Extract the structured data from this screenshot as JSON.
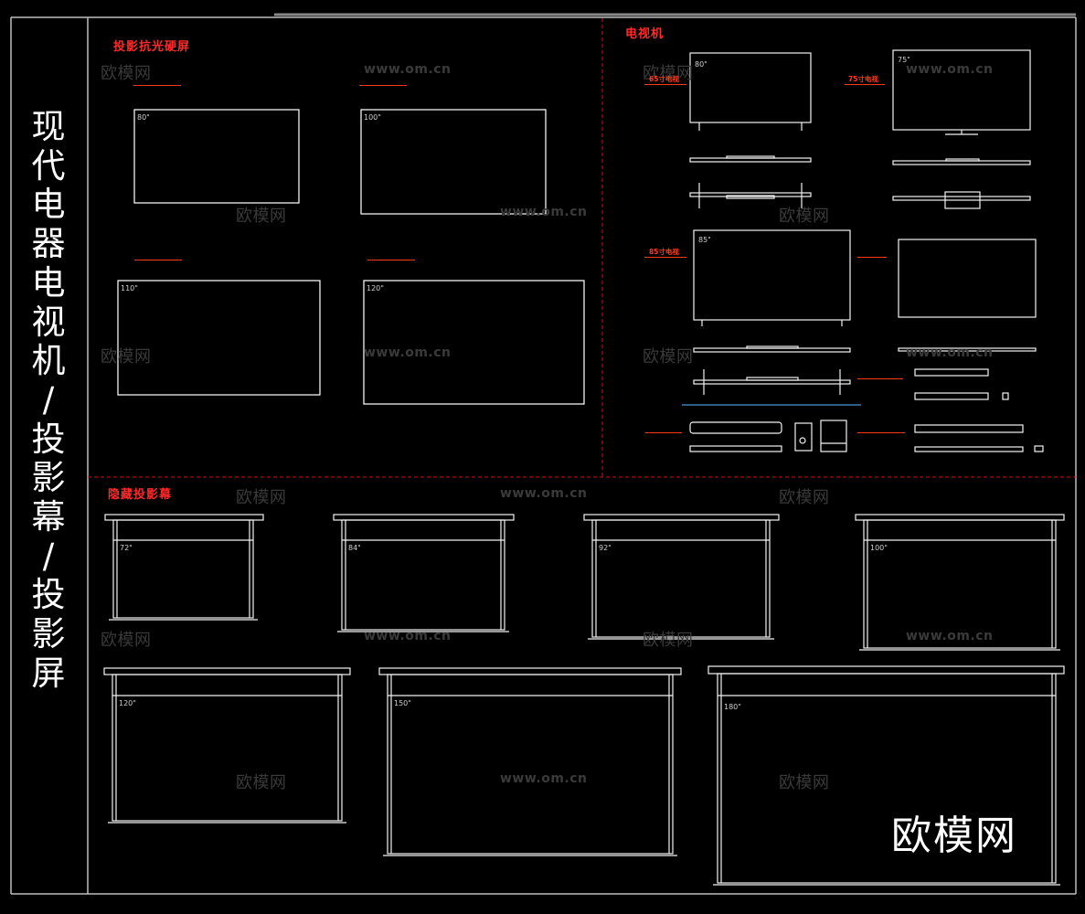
{
  "title_chars": [
    "现",
    "代",
    "电",
    "器",
    "电",
    "视",
    "机",
    "/",
    "投",
    "影",
    "幕",
    "/",
    "投",
    "影",
    "屏"
  ],
  "sections": {
    "projection_screen": "投影抗光硬屏",
    "tv": "电视机",
    "hidden_projector": "隐藏投影幕"
  },
  "watermark": {
    "cn": "欧模网",
    "url": "www.om.cn"
  },
  "brand_logo": "欧模网",
  "screens": {
    "s80": "80\"",
    "s100": "100\"",
    "s110": "110\"",
    "s120": "120\""
  },
  "tvs": {
    "t80": "80\"",
    "t75": "75\"",
    "t85": "85\"",
    "label_65": "65寸电视",
    "label_75": "75寸电视",
    "label_85": "85寸电视"
  },
  "rollups": {
    "r72": "72\"",
    "r84": "84\"",
    "r92": "92\"",
    "r100": "100\"",
    "r120": "120\"",
    "r150": "150\"",
    "r180": "180\""
  }
}
